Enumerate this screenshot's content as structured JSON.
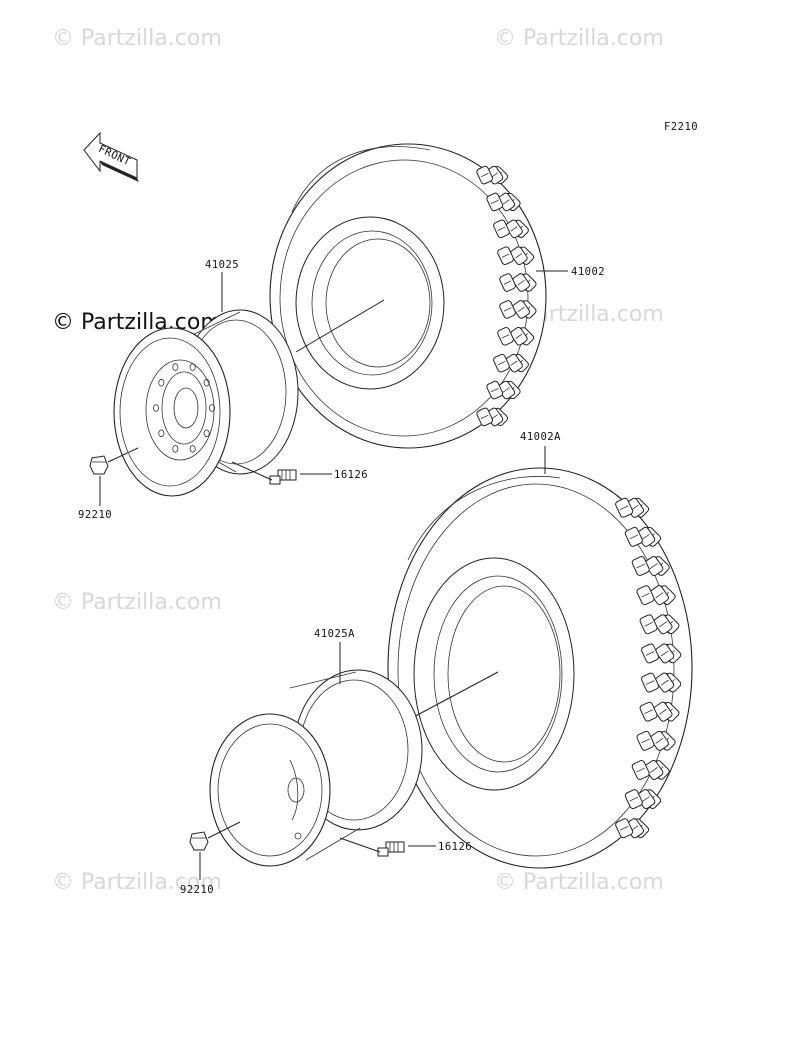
{
  "figure_code": "F2210",
  "front_label": "FRONT",
  "watermark_text": "© Partzilla.com",
  "parts": {
    "tire_front": "41002",
    "tire_rear": "41002A",
    "wheel_front": "41025",
    "wheel_rear": "41025A",
    "valve_front": "16126",
    "valve_rear": "16126",
    "nut_front": "92210",
    "nut_rear": "92210"
  }
}
